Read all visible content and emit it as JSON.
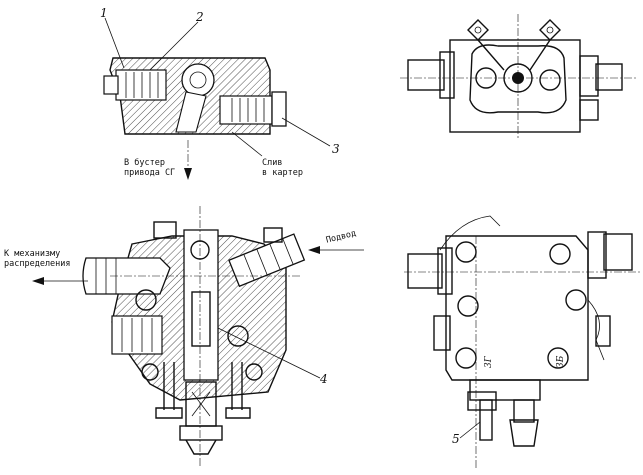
{
  "callouts": {
    "n1": "1",
    "n2": "2",
    "n3": "3",
    "n4": "4",
    "n5": "5"
  },
  "labels": {
    "to_booster": "В бустер\nпривода СГ",
    "drain": "Слив\nв картер",
    "to_mechanism": "К механизму\nраспределения",
    "supply": "Подвод"
  },
  "stamps": {
    "s1": "3Г",
    "s2": "3Б"
  }
}
